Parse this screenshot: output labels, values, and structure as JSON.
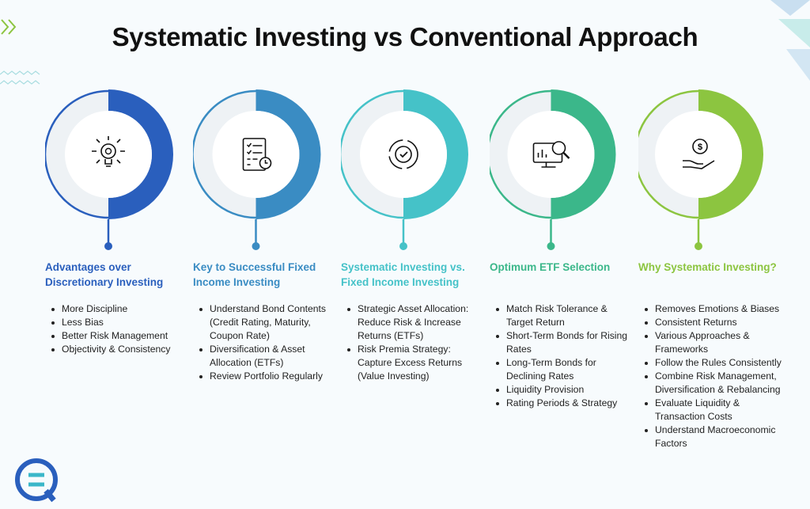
{
  "title": "Systematic Investing vs Conventional Approach",
  "columns": [
    {
      "heading": "Advantages over Discretionary Investing",
      "color": "#2a5fbd",
      "icon": "lightbulb-gear-icon",
      "items": [
        "More Discipline",
        "Less Bias",
        "Better Risk Management",
        "Objectivity & Consistency"
      ]
    },
    {
      "heading": "Key to Successful Fixed Income Investing",
      "color": "#3a8cc3",
      "icon": "checklist-clock-icon",
      "items": [
        "Understand Bond Contents (Credit Rating, Maturity, Coupon Rate)",
        "Diversification & Asset Allocation (ETFs)",
        "Review Portfolio Regularly"
      ]
    },
    {
      "heading": "Systematic Investing vs. Fixed Income Investing",
      "color": "#45c2c8",
      "icon": "gear-cycle-icon",
      "items": [
        "Strategic Asset Allocation: Reduce Risk & Increase Returns (ETFs)",
        "Risk Premia Strategy: Capture Excess Returns (Value Investing)"
      ]
    },
    {
      "heading": "Optimum ETF Selection",
      "color": "#3bb78a",
      "icon": "monitor-analysis-icon",
      "items": [
        "Match Risk Tolerance & Target Return",
        "Short-Term Bonds for Rising Rates",
        "Long-Term Bonds for Declining Rates",
        "Liquidity Provision",
        "Rating Periods & Strategy"
      ]
    },
    {
      "heading": "Why Systematic Investing?",
      "color": "#8cc540",
      "icon": "hand-money-icon",
      "items": [
        "Removes Emotions & Biases",
        "Consistent Returns",
        "Various Approaches & Frameworks",
        "Follow the Rules Consistently",
        "Combine Risk Management, Diversification & Rebalancing",
        "Evaluate Liquidity & Transaction Costs",
        "Understand Macroeconomic Factors"
      ]
    }
  ]
}
